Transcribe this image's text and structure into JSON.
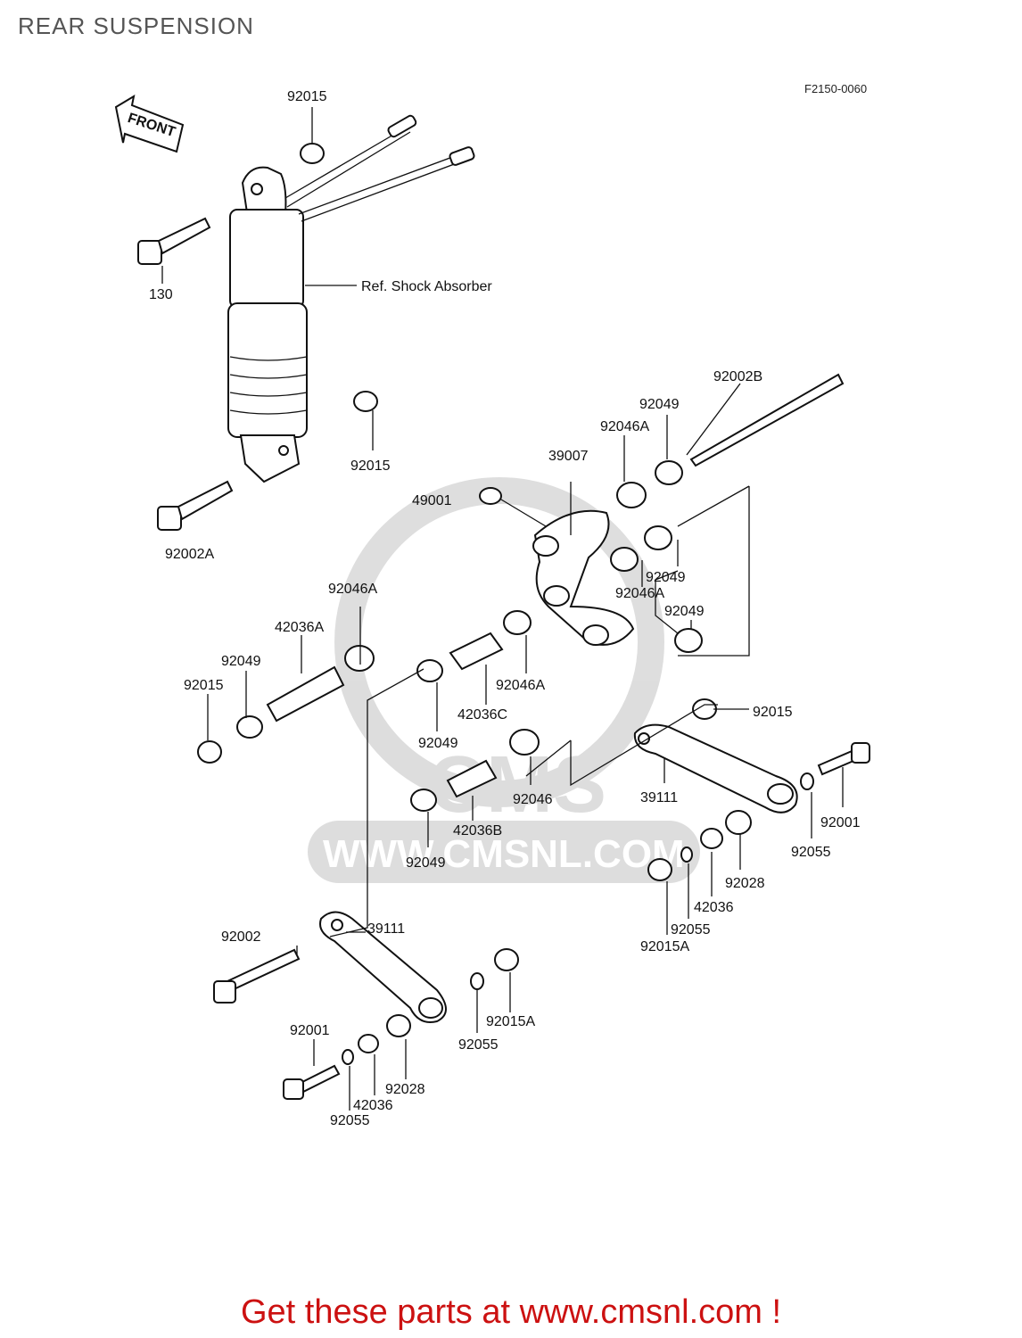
{
  "page": {
    "title": "REAR SUSPENSION",
    "diagram_code": "F2150-0060",
    "front_marker": "FRONT",
    "shock_reference": "Ref. Shock Absorber",
    "footer_text": "Get these parts at www.cmsnl.com !",
    "footer_color": "#cc1111",
    "watermark": "WWW.CMSNL.COM",
    "watermark_logo": "CMS"
  },
  "part_labels": [
    "92015",
    "130",
    "92015",
    "92002A",
    "92002B",
    "92049",
    "92046A",
    "39007",
    "49001",
    "92049",
    "92046A",
    "92049",
    "92046A",
    "42036A",
    "92049",
    "92015",
    "92046A",
    "42036C",
    "92049",
    "92015",
    "92046",
    "42036B",
    "92049",
    "39111",
    "92001",
    "92055",
    "92028",
    "42036",
    "92055",
    "92015A",
    "92002",
    "39111",
    "92001",
    "92055",
    "92015A",
    "92028",
    "42036",
    "92055"
  ]
}
